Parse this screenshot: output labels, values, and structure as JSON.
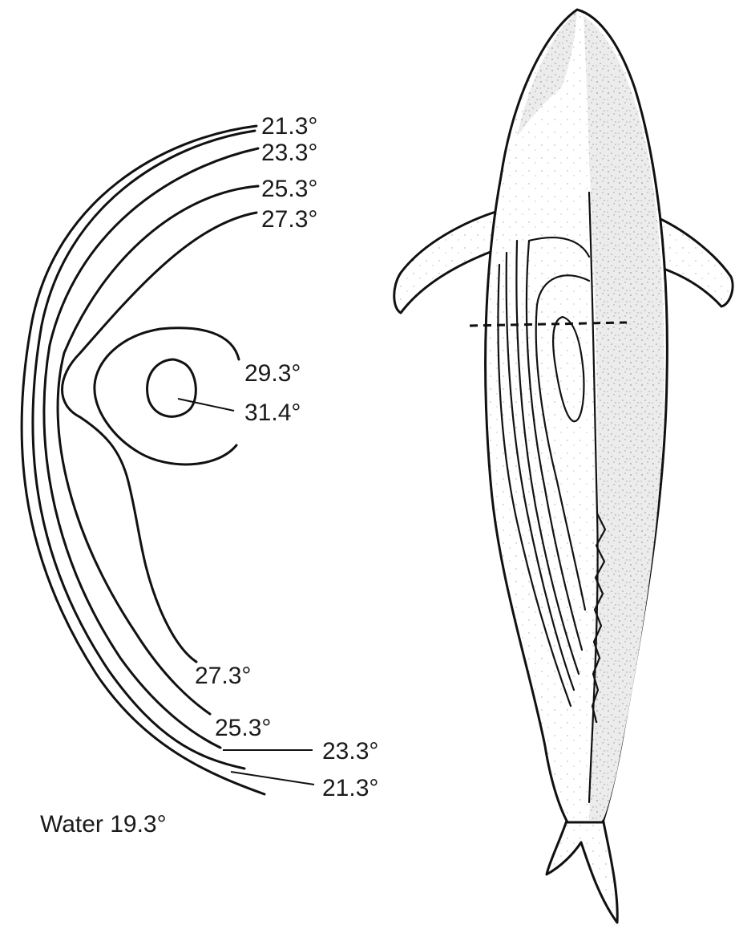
{
  "figure": {
    "section_labels": {
      "outer_top": "21.3°",
      "second_top": "23.3°",
      "third_top": "25.3°",
      "fourth_top": "27.3°",
      "inner_ring": "29.3°",
      "core": "31.4°",
      "fourth_bottom": "27.3°",
      "third_bottom": "25.3°",
      "second_bottom": "23.3°",
      "outer_bottom": "21.3°"
    },
    "water_label": "Water 19.3°"
  },
  "colors": {
    "line": "#111111",
    "fish_fill": "#ebebeb",
    "fish_stipple": "#9a9a9a"
  }
}
